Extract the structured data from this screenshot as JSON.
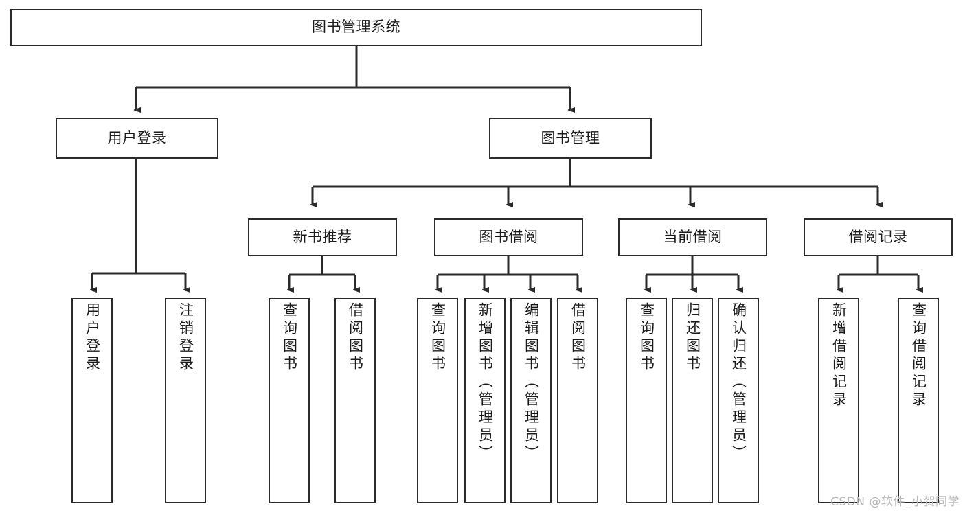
{
  "diagram": {
    "title": "图书管理系统",
    "watermark": "CSDN @软件_小贺同学",
    "colors": {
      "stroke": "#2b2b2b",
      "fill": "#ffffff",
      "text": "#1b1b1b",
      "watermark": "#b9b9b9"
    },
    "nodes": {
      "root": {
        "label": "图书管理系统"
      },
      "level2": [
        {
          "label": "用户登录"
        },
        {
          "label": "图书管理"
        }
      ],
      "level3": [
        {
          "label": "新书推荐"
        },
        {
          "label": "图书借阅"
        },
        {
          "label": "当前借阅"
        },
        {
          "label": "借阅记录"
        }
      ],
      "leaves": {
        "user_login": [
          {
            "label": "用户登录"
          },
          {
            "label": "注销登录"
          }
        ],
        "new_books": [
          {
            "label": "查询图书"
          },
          {
            "label": "借阅图书"
          }
        ],
        "book_borrow": [
          {
            "label": "查询图书"
          },
          {
            "label": "新增图书（管理员）"
          },
          {
            "label": "编辑图书（管理员）"
          },
          {
            "label": "借阅图书"
          }
        ],
        "current_borrow": [
          {
            "label": "查询图书"
          },
          {
            "label": "归还图书"
          },
          {
            "label": "确认归还（管理员）"
          }
        ],
        "borrow_records": [
          {
            "label": "新增借阅记录"
          },
          {
            "label": "查询借阅记录"
          }
        ]
      }
    }
  }
}
